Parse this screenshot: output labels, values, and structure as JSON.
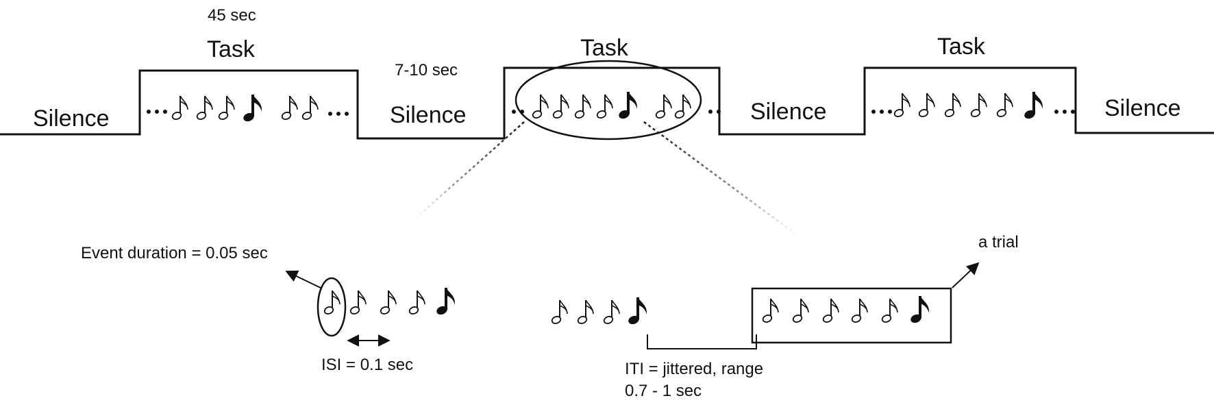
{
  "timeline": {
    "duration_task": "45 sec",
    "duration_silence": "7-10 sec",
    "blocks": [
      {
        "kind": "silence",
        "label": "Silence"
      },
      {
        "kind": "task",
        "label": "Task"
      },
      {
        "kind": "silence",
        "label": "Silence"
      },
      {
        "kind": "task",
        "label": "Task"
      },
      {
        "kind": "silence",
        "label": "Silence"
      },
      {
        "kind": "task",
        "label": "Task"
      },
      {
        "kind": "silence",
        "label": "Silence"
      }
    ]
  },
  "detail": {
    "event_duration": "Event duration = 0.05 sec",
    "isi": "ISI = 0.1 sec",
    "iti_line1": "ITI = jittered, range",
    "iti_line2": "0.7 - 1 sec",
    "trial_label": "a trial"
  },
  "icons": {
    "note": "eighth-note-icon",
    "target_note": "filled-eighth-note-icon",
    "ellipsis": "ellipsis-icon"
  },
  "colors": {
    "line": "#111111",
    "gradient_fade": "#cccccc",
    "background": "#ffffff"
  }
}
